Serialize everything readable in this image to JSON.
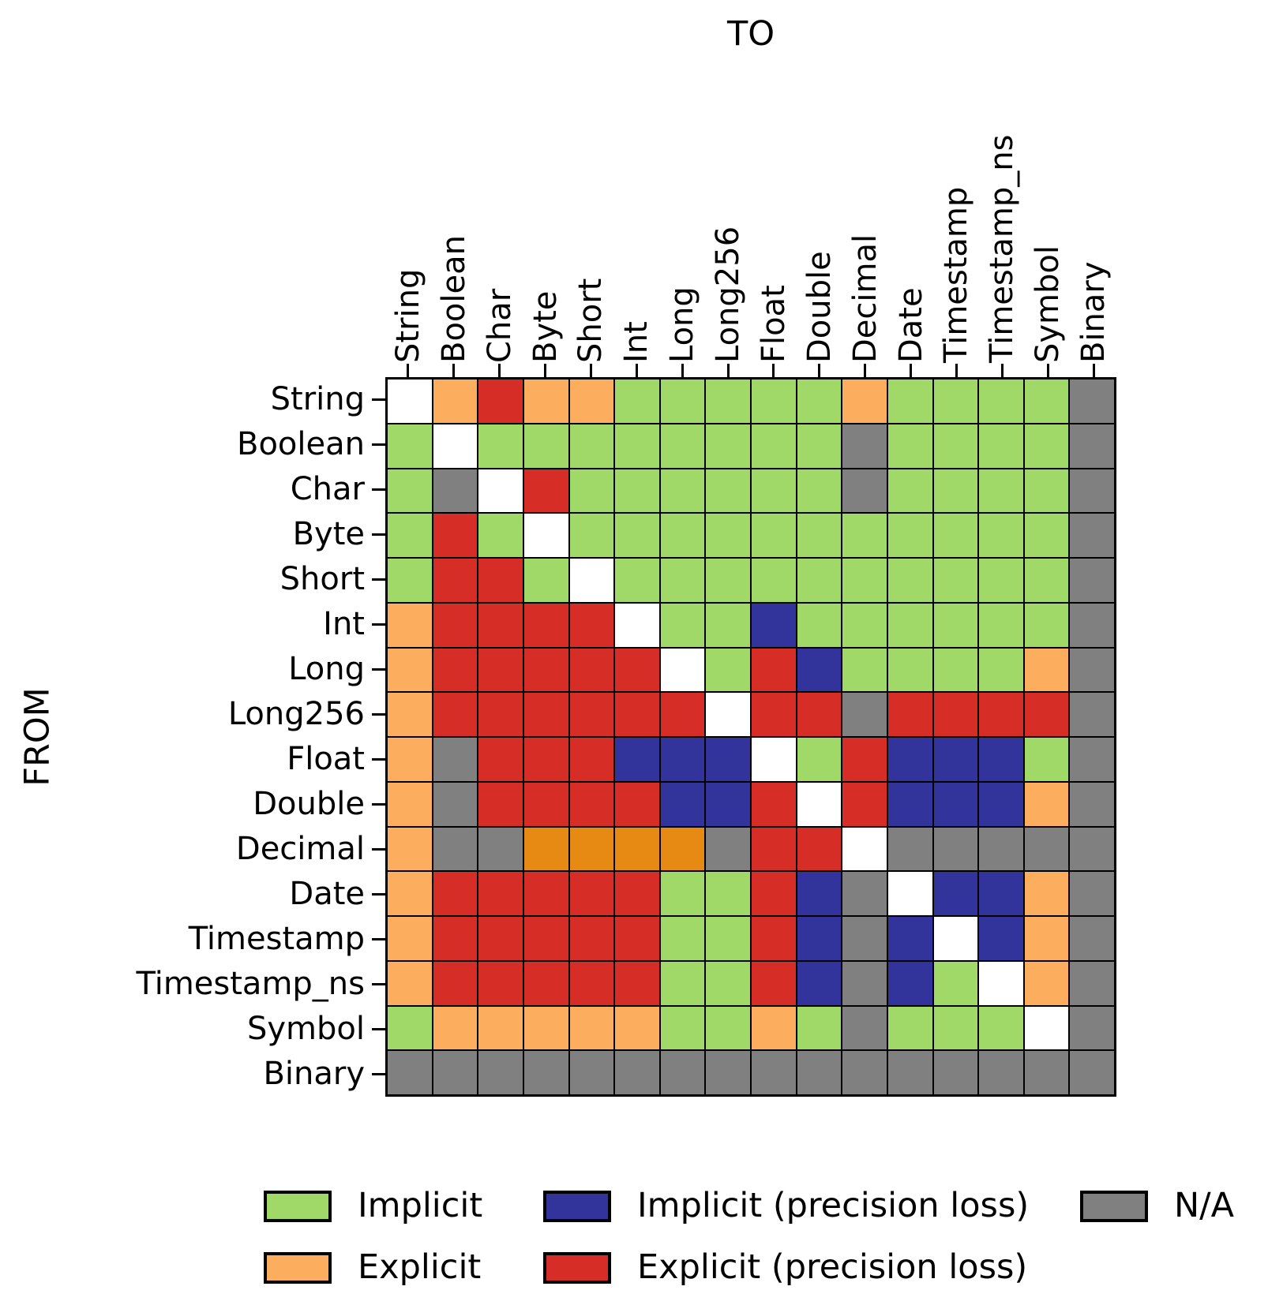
{
  "chart_data": {
    "type": "heatmap",
    "title": "",
    "x_axis_title": "TO",
    "y_axis_title": "FROM",
    "columns": [
      "String",
      "Boolean",
      "Char",
      "Byte",
      "Short",
      "Int",
      "Long",
      "Long256",
      "Float",
      "Double",
      "Decimal",
      "Date",
      "Timestamp",
      "Timestamp_ns",
      "Symbol",
      "Binary"
    ],
    "rows": [
      "String",
      "Boolean",
      "Char",
      "Byte",
      "Short",
      "Int",
      "Long",
      "Long256",
      "Float",
      "Double",
      "Decimal",
      "Date",
      "Timestamp",
      "Timestamp_ns",
      "Symbol",
      "Binary"
    ],
    "legend": [
      {
        "code": "G",
        "label": "Implicit"
      },
      {
        "code": "B",
        "label": "Implicit (precision loss)"
      },
      {
        "code": "N",
        "label": "N/A"
      },
      {
        "code": "O",
        "label": "Explicit"
      },
      {
        "code": "R",
        "label": "Explicit (precision loss)"
      }
    ],
    "colors": {
      "G": "#a1d968",
      "O": "#fcad5e",
      "B": "#32349b",
      "R": "#d62e26",
      "N": "#808080",
      "D": "#e68a13",
      "W": "#ffffff"
    },
    "matrix": [
      "WOROOGGGGGOGGGGN",
      "GWGGGGGGGGNGGGGN",
      "GNWRGGGGGGNGGGGN",
      "GRGWGGGGGGGGGGGN",
      "GRRGWGGGGGGGGGGN",
      "ORRRRWGGBGGGGGGN",
      "ORRRRRWGRBGGGGON",
      "ORRRRRRWRRNRRRRN",
      "ONRRRBBBWGRBBBGN",
      "ONRRRRBBRWRBBBON",
      "ONNDDDDNRRWNNNNN",
      "ORRRRRGGRBNWBBON",
      "ORRRRRGGRBNBWBON",
      "ORRRRRGGRBNBGWON",
      "GOOOOOGGOGNGGGWN",
      "NNNNNNNNNNNNNNNN"
    ],
    "legend_position": "bottom",
    "grid": "on"
  }
}
